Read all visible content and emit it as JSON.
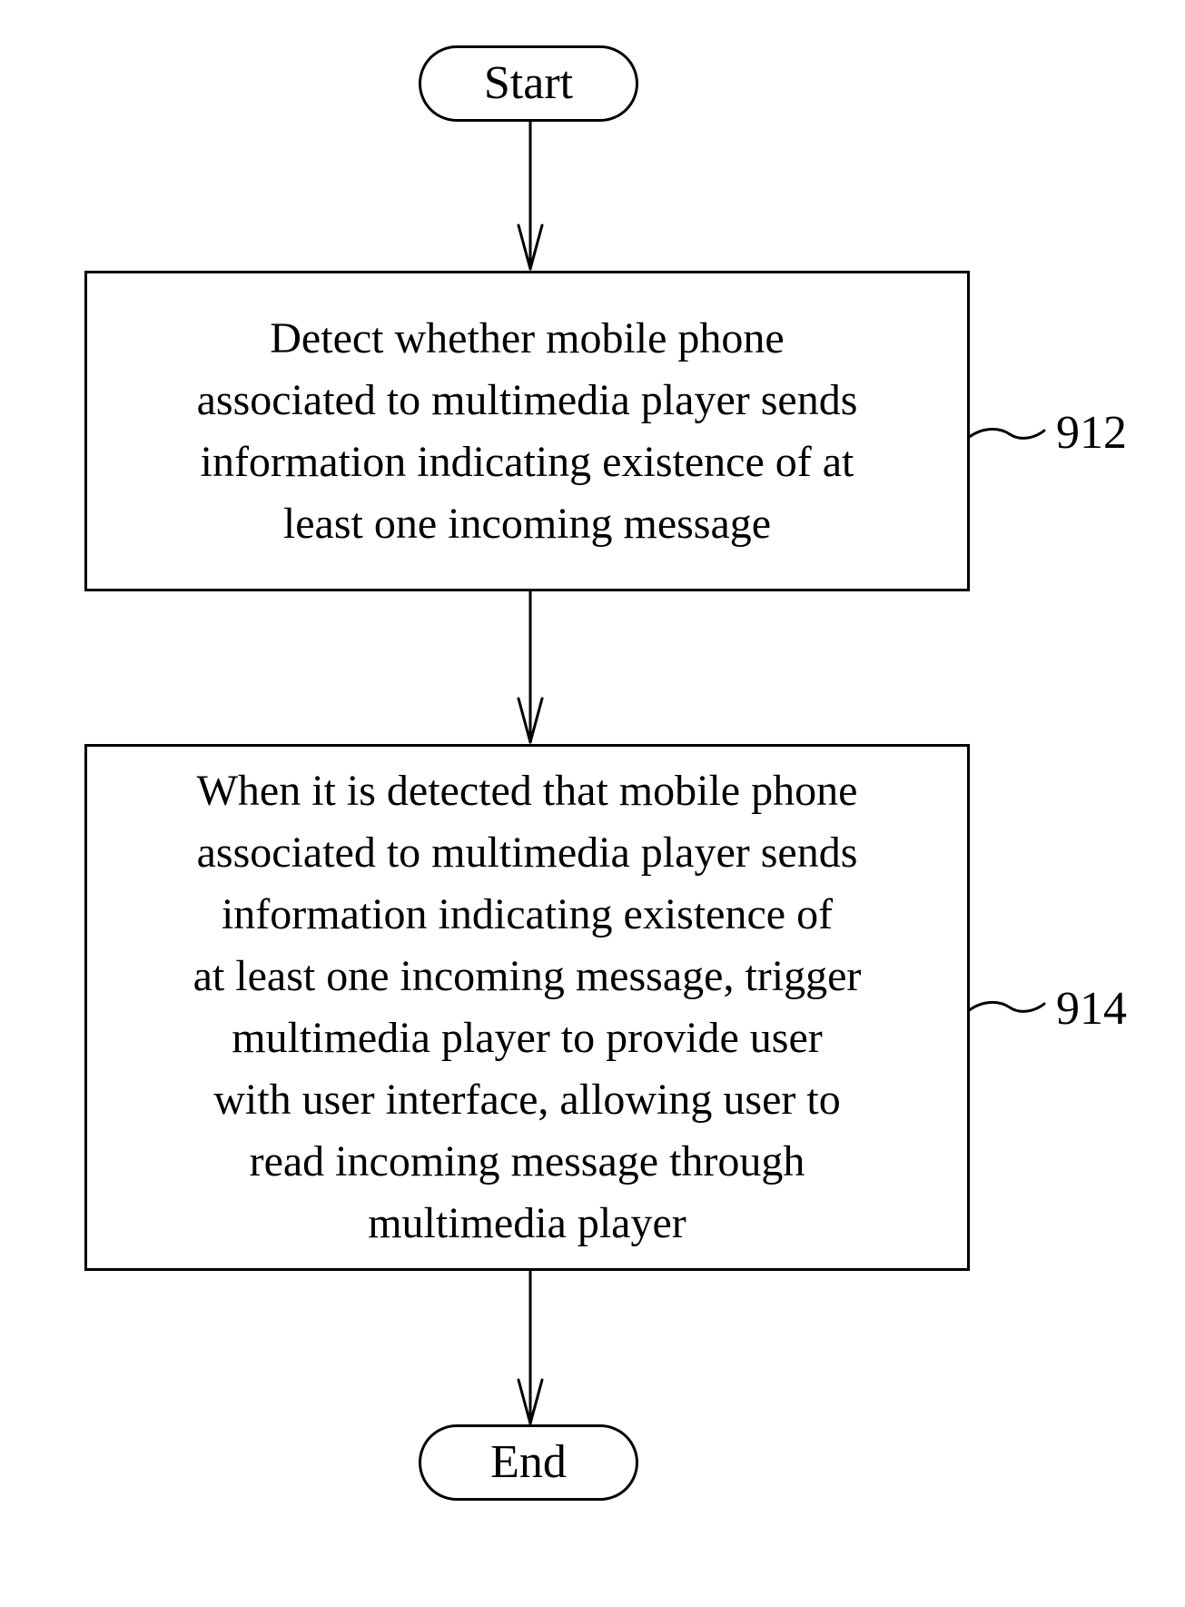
{
  "flowchart": {
    "start": {
      "label": "Start"
    },
    "steps": [
      {
        "ref": "912",
        "text": "Detect whether mobile phone\nassociated to multimedia player sends\ninformation indicating existence of at\nleast one incoming message"
      },
      {
        "ref": "914",
        "text": "When it is detected that mobile phone\nassociated to multimedia player sends\ninformation indicating existence of\nat least one incoming message, trigger\nmultimedia player to provide user\nwith user interface, allowing user to\nread incoming message through\nmultimedia player"
      }
    ],
    "end": {
      "label": "End"
    }
  }
}
